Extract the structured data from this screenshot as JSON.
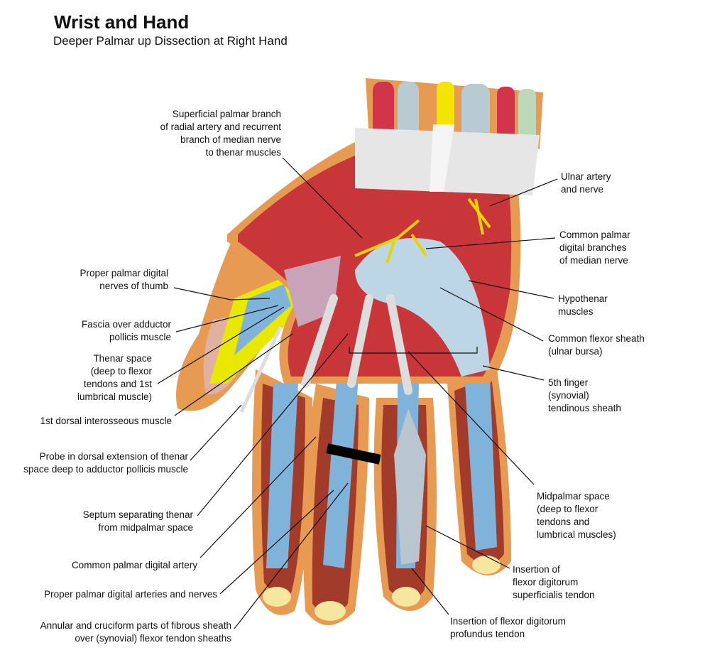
{
  "title": "Wrist and Hand",
  "subtitle": "Deeper Palmar up Dissection at Right Hand",
  "labels": {
    "superficial_palmar_branch": "Superficial palmar branch\nof radial artery and recurrent\nbranch of median nerve\nto thenar muscles",
    "proper_palmar_digital_nerves_thumb": "Proper palmar digital\nnerves of thumb",
    "fascia_adductor": "Fascia over adductor\npollicis muscle",
    "thenar_space": "Thenar space\n(deep to flexor\ntendons and 1st\nlumbrical muscle)",
    "first_dorsal_interosseous": "1st dorsal interosseous muscle",
    "probe": "Probe in dorsal extension of thenar\nspace deep to adductor pollicis muscle",
    "septum": "Septum separating thenar\nfrom midpalmar space",
    "common_palmar_digital_artery": "Common palmar digital artery",
    "proper_palmar_digital_arteries": "Proper palmar digital arteries and nerves",
    "annular_cruciform": "Annular and cruciform parts of fibrous sheath\nover (synovial) flexor tendon sheaths",
    "ulnar_artery": "Ulnar artery\nand nerve",
    "common_palmar_digital_branches": "Common palmar\ndigital branches\nof median nerve",
    "hypothenar": "Hypothenar\nmuscles",
    "common_flexor_sheath": "Common flexor sheath\n(ulnar bursa)",
    "fifth_finger_sheath": "5th finger\n(synovial)\ntendinous sheath",
    "midpalmar_space": "Midpalmar space\n(deep to flexor\ntendons and\nlumbrical muscles)",
    "insertion_superficialis": "Insertion of\nflexor digitorum\nsuperficialis tendon",
    "insertion_profundus": "Insertion of flexor digitorum\nprofundus tendon"
  },
  "colors": {
    "muscle": "#c8363a",
    "tendon_sheath": "#7fb3d9",
    "skin": "#e79a52",
    "nerve": "#f2e600",
    "retinaculum": "#e6e6e6"
  }
}
